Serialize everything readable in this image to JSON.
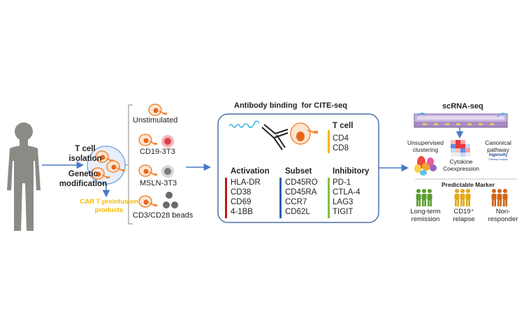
{
  "stage1": {
    "step_labels": [
      "T cell",
      "isolation",
      "Genetic",
      "modification"
    ],
    "product_label": [
      "CAR T preinfusion",
      "products"
    ]
  },
  "stage2": {
    "conditions": [
      "Unstimulated",
      "CD19-3T3",
      "MSLN-3T3",
      "CD3/CD28 beads"
    ]
  },
  "stage3": {
    "title": "Antibody binding  for CITE-seq",
    "groups": [
      {
        "name": "T cell",
        "color": "#f5b800",
        "markers": [
          "CD4",
          "CD8"
        ]
      },
      {
        "name": "Activation",
        "color": "#c0161b",
        "markers": [
          "HLA-DR",
          "CD38",
          "CD69",
          "4-1BB"
        ]
      },
      {
        "name": "Subset",
        "color": "#2e5ea8",
        "markers": [
          "CD45RO",
          "CD45RA",
          "CCR7",
          "CD62L"
        ]
      },
      {
        "name": "Inhibitory",
        "color": "#7dc242",
        "markers": [
          "PD-1",
          "CTLA-4",
          "LAG3",
          "TIGIT"
        ]
      }
    ]
  },
  "stage4": {
    "title": "scRNA-seq",
    "analyses": {
      "clustering": [
        "Unsupervised",
        "clustering"
      ],
      "cytokine": [
        "Cytokine",
        "Coexpression"
      ],
      "pathway": [
        "Canonical",
        "pathway"
      ],
      "ingenuity": "Ingenuity",
      "ingenuity_sub": "Pathway Analysis"
    },
    "marker_title": "Predictable Marker",
    "outcomes": [
      {
        "line1": "Long-term",
        "line2": "remission",
        "color": "#5a9e2f"
      },
      {
        "line1": "CD19⁺",
        "line2": "relapse",
        "color": "#e0a81a"
      },
      {
        "line1": "Non-",
        "line2": "responder",
        "color": "#d0651a"
      }
    ]
  },
  "colors": {
    "arrow": "#4a78c8",
    "human": "#8c8a85",
    "cell_outline": "#f08a3c",
    "cell_nucleus": "#e8651a",
    "accent_yellow": "#f5b800"
  }
}
